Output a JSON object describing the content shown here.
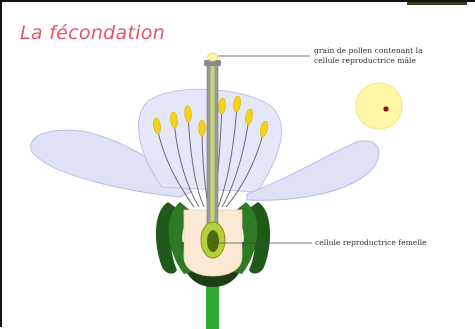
{
  "title": "La fécondation",
  "labels": {
    "pollen_line1": "grain de pollen contenant la",
    "pollen_line2": "cellule reproductrice mâle",
    "female": "cellule reproductrice femelle"
  },
  "colors": {
    "title": "#e8536e",
    "petal": "#dfe1f7",
    "petal_edge": "#b9bde6",
    "sepal": "#1f5a1a",
    "stem": "#2ea82e",
    "anther": "#f2d21c",
    "pollen": "#fdf7a6",
    "male_cell": "#8a1020"
  },
  "icons": [
    "pollen-grain-icon",
    "male-cell-icon"
  ]
}
